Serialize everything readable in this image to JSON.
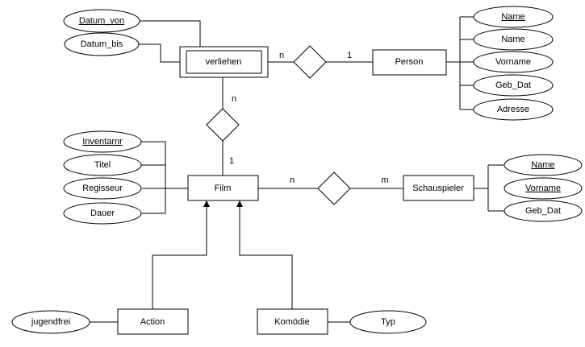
{
  "entities": {
    "verliehen": "verliehen",
    "person": "Person",
    "film": "Film",
    "schauspieler": "Schauspieler",
    "action": "Action",
    "komoedie": "Komödie"
  },
  "attributes": {
    "datum_von": "Datum_von",
    "datum_bis": "Datum_bis",
    "person_name_key": "Name",
    "person_name": "Name",
    "person_vorname": "Vorname",
    "person_geb_dat": "Geb_Dat",
    "person_adresse": "Adresse",
    "inventarnr": "Inventarnr",
    "titel": "Titel",
    "regisseur": "Regisseur",
    "dauer": "Dauer",
    "schauspieler_name": "Name",
    "schauspieler_vorname": "Vorname",
    "schauspieler_geb_dat": "Geb_Dat",
    "jugendfrei": "jugendfrei",
    "typ": "Typ"
  },
  "cardinalities": {
    "verliehen_side": "n",
    "person_side": "1",
    "verliehen_to_film": "n",
    "film_to_verliehen": "1",
    "film_to_schauspieler": "n",
    "schauspieler_side": "m"
  }
}
